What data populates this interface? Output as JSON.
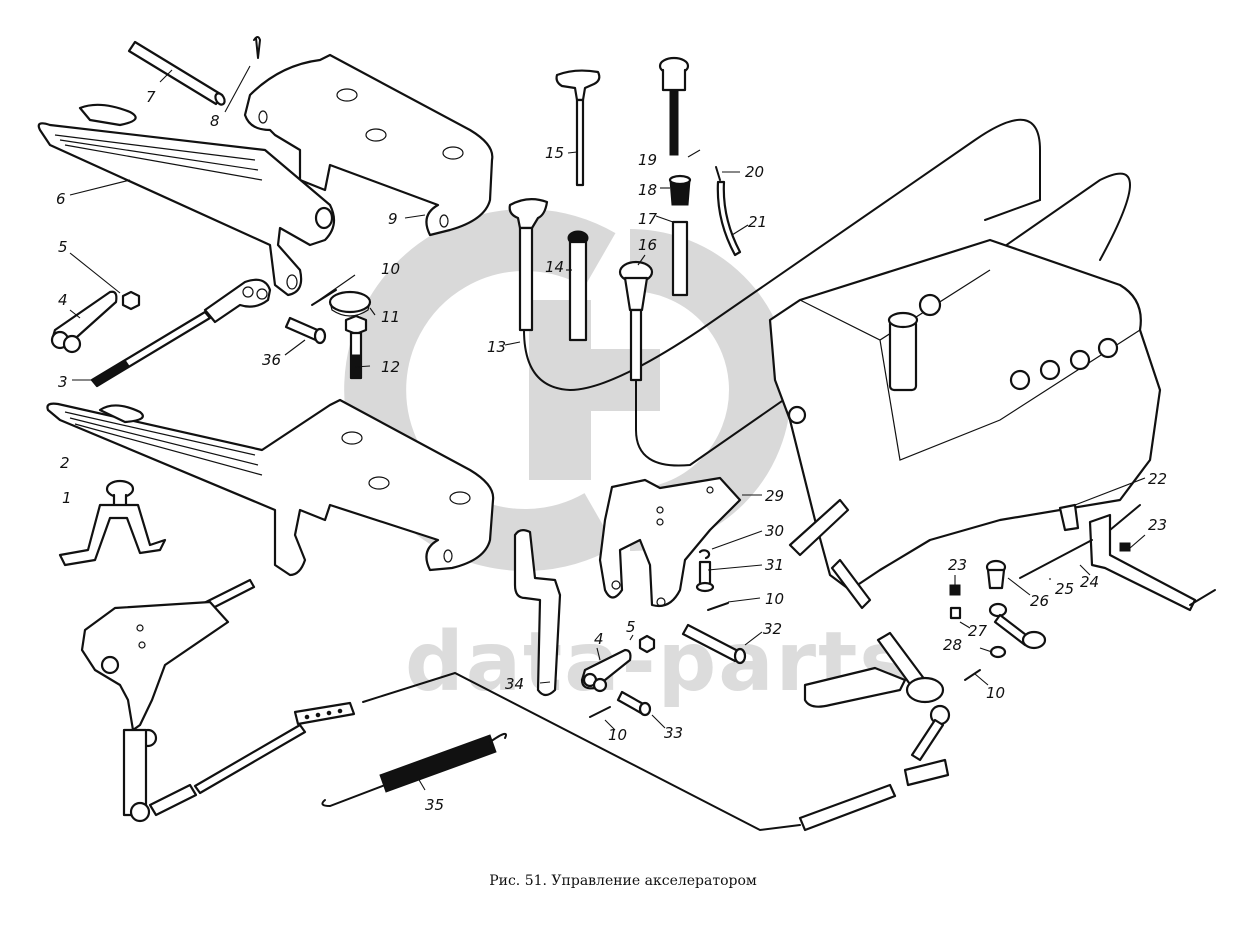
{
  "figure": {
    "caption": "Рис. 51. Управление акселератором",
    "watermark": {
      "logo": "GD",
      "text": "data-parts",
      "color": "#d9d9d9"
    }
  },
  "callouts": [
    {
      "id": "1",
      "label": "1"
    },
    {
      "id": "2",
      "label": "2"
    },
    {
      "id": "3",
      "label": "3"
    },
    {
      "id": "4",
      "label": "4"
    },
    {
      "id": "5",
      "label": "5"
    },
    {
      "id": "6",
      "label": "6"
    },
    {
      "id": "7",
      "label": "7"
    },
    {
      "id": "8",
      "label": "8"
    },
    {
      "id": "9",
      "label": "9"
    },
    {
      "id": "10a",
      "label": "10"
    },
    {
      "id": "11",
      "label": "11"
    },
    {
      "id": "12",
      "label": "12"
    },
    {
      "id": "13",
      "label": "13"
    },
    {
      "id": "14",
      "label": "14"
    },
    {
      "id": "15",
      "label": "15"
    },
    {
      "id": "16",
      "label": "16"
    },
    {
      "id": "17",
      "label": "17"
    },
    {
      "id": "18",
      "label": "18"
    },
    {
      "id": "19",
      "label": "19"
    },
    {
      "id": "20",
      "label": "20"
    },
    {
      "id": "21",
      "label": "21"
    },
    {
      "id": "22",
      "label": "22"
    },
    {
      "id": "23a",
      "label": "23"
    },
    {
      "id": "23b",
      "label": "23"
    },
    {
      "id": "24",
      "label": "24"
    },
    {
      "id": "25",
      "label": "25"
    },
    {
      "id": "26",
      "label": "26"
    },
    {
      "id": "27",
      "label": "27"
    },
    {
      "id": "28",
      "label": "28"
    },
    {
      "id": "10b",
      "label": "10"
    },
    {
      "id": "29",
      "label": "29"
    },
    {
      "id": "30",
      "label": "30"
    },
    {
      "id": "31",
      "label": "31"
    },
    {
      "id": "10c",
      "label": "10"
    },
    {
      "id": "32",
      "label": "32"
    },
    {
      "id": "4b",
      "label": "4"
    },
    {
      "id": "5b",
      "label": "5"
    },
    {
      "id": "34",
      "label": "34"
    },
    {
      "id": "10d",
      "label": "10"
    },
    {
      "id": "33",
      "label": "33"
    },
    {
      "id": "35",
      "label": "35"
    },
    {
      "id": "36",
      "label": "36"
    }
  ]
}
